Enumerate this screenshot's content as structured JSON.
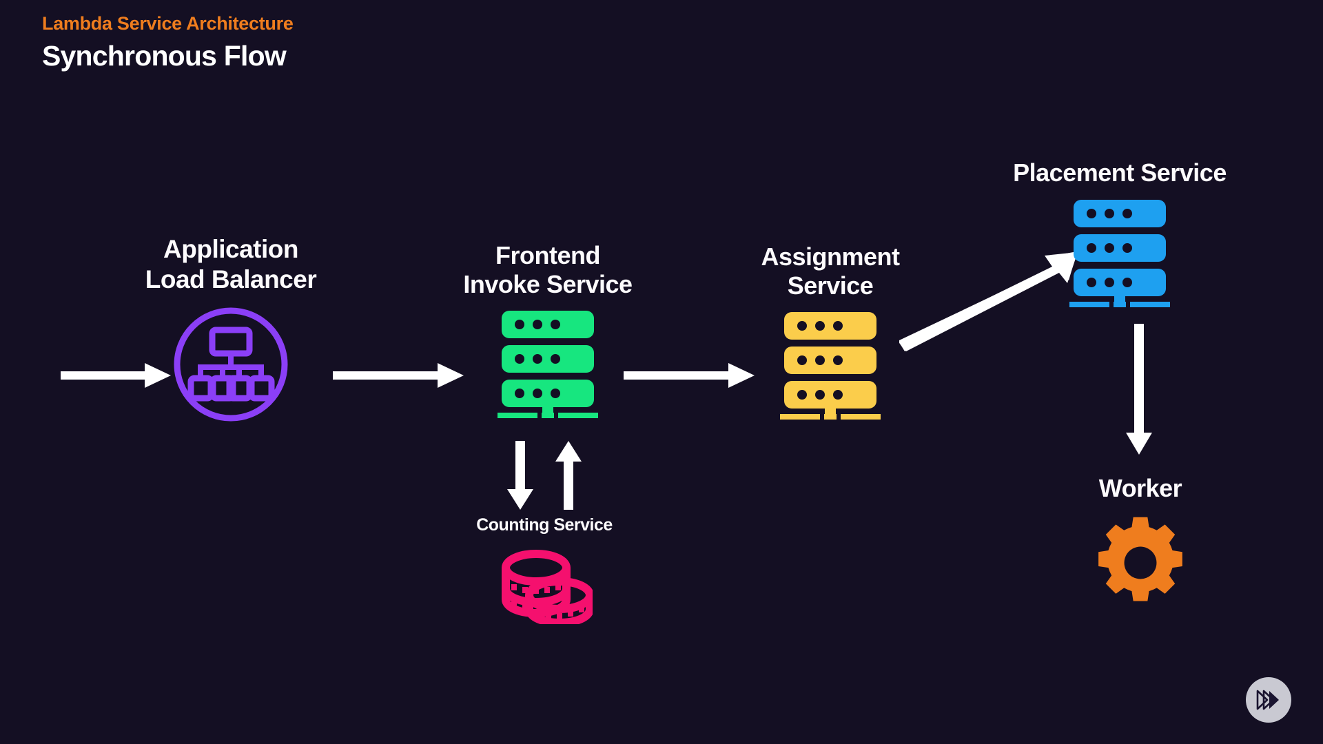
{
  "slide": {
    "background_color": "#140f23",
    "eyebrow": "Lambda Service Architecture",
    "eyebrow_color": "#ef7d1e",
    "title": "Synchronous Flow",
    "title_color": "#ffffff"
  },
  "nodes": [
    {
      "id": "application-load-balancer",
      "label": "Application\nLoad Balancer",
      "icon": "load-balancer-circle-icon",
      "color": "#8b3ff7"
    },
    {
      "id": "frontend-invoke-service",
      "label": "Frontend\nInvoke Service",
      "icon": "server-stack-icon",
      "color": "#17e67f"
    },
    {
      "id": "assignment-service",
      "label": "Assignment\nService",
      "icon": "server-stack-icon",
      "color": "#fbcd4b"
    },
    {
      "id": "placement-service",
      "label": "Placement Service",
      "icon": "server-stack-icon",
      "color": "#1ea0f0"
    },
    {
      "id": "counting-service",
      "label": "Counting Service",
      "icon": "coins-icon",
      "color": "#f5106e"
    },
    {
      "id": "worker",
      "label": "Worker",
      "icon": "gear-icon",
      "color": "#ef7d1e"
    }
  ],
  "connections": [
    {
      "id": "ingress-to-alb",
      "direction": "right",
      "from": "external",
      "to": "application-load-balancer"
    },
    {
      "id": "alb-to-frontend",
      "direction": "right",
      "from": "application-load-balancer",
      "to": "frontend-invoke-service"
    },
    {
      "id": "frontend-to-assignment",
      "direction": "right",
      "from": "frontend-invoke-service",
      "to": "assignment-service"
    },
    {
      "id": "assignment-to-placement",
      "direction": "up-right",
      "from": "assignment-service",
      "to": "placement-service"
    },
    {
      "id": "frontend-to-counting",
      "direction": "down",
      "from": "frontend-invoke-service",
      "to": "counting-service"
    },
    {
      "id": "counting-to-frontend",
      "direction": "up",
      "from": "counting-service",
      "to": "frontend-invoke-service"
    },
    {
      "id": "placement-to-worker",
      "direction": "down",
      "from": "placement-service",
      "to": "worker"
    }
  ],
  "branding": {
    "logo_name": "play-triangle-logo",
    "badge_color": "#c9c9d2",
    "glyph_color": "#1a1430"
  }
}
